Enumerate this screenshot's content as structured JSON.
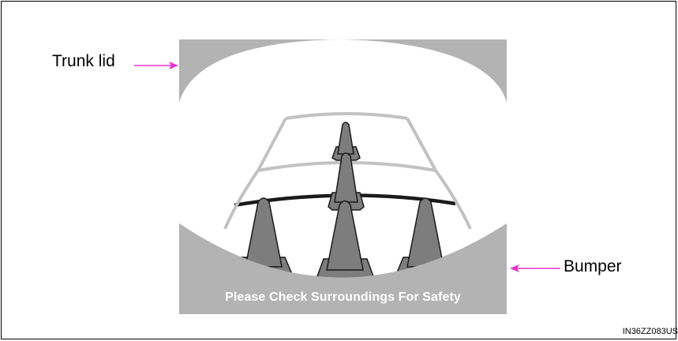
{
  "callouts": {
    "trunk_lid": "Trunk lid",
    "bumper": "Bumper"
  },
  "screen": {
    "message": "Please Check Surroundings For Safety"
  },
  "figure_code": "IN36ZZ083US",
  "colors": {
    "screen_gray": "#b3b3b4",
    "guide_line_gray": "#c2c2c3",
    "distance_line_dark": "#1a1a1a",
    "cone_gray": "#7d7d7e",
    "cone_dark": "#1a1a1a",
    "arrow_magenta": "#e633cc",
    "frame": "#000000"
  }
}
